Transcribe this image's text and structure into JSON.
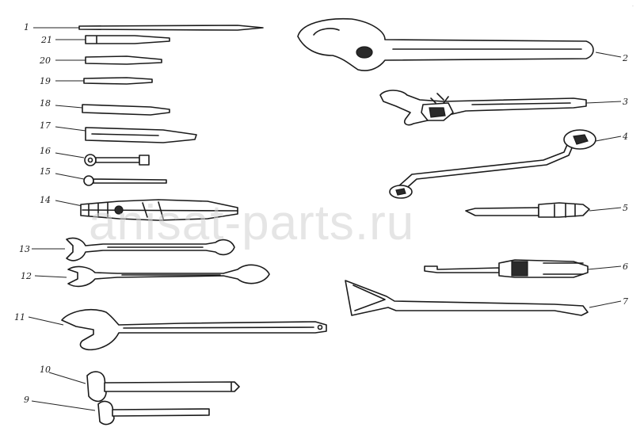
{
  "watermark": "anisat-parts.ru",
  "colors": {
    "ink": "#1b1b1b",
    "paper": "#ffffff",
    "watermark": "#cfcfcf"
  },
  "callouts": {
    "n1": "1",
    "n2": "2",
    "n3": "3",
    "n4": "4",
    "n5": "5",
    "n6": "6",
    "n7": "7",
    "n9": "9",
    "n10": "10",
    "n11": "11",
    "n12": "12",
    "n13": "13",
    "n14": "14",
    "n15": "15",
    "n16": "16",
    "n17": "17",
    "n18": "18",
    "n19": "19",
    "n20": "20",
    "n21": "21"
  }
}
